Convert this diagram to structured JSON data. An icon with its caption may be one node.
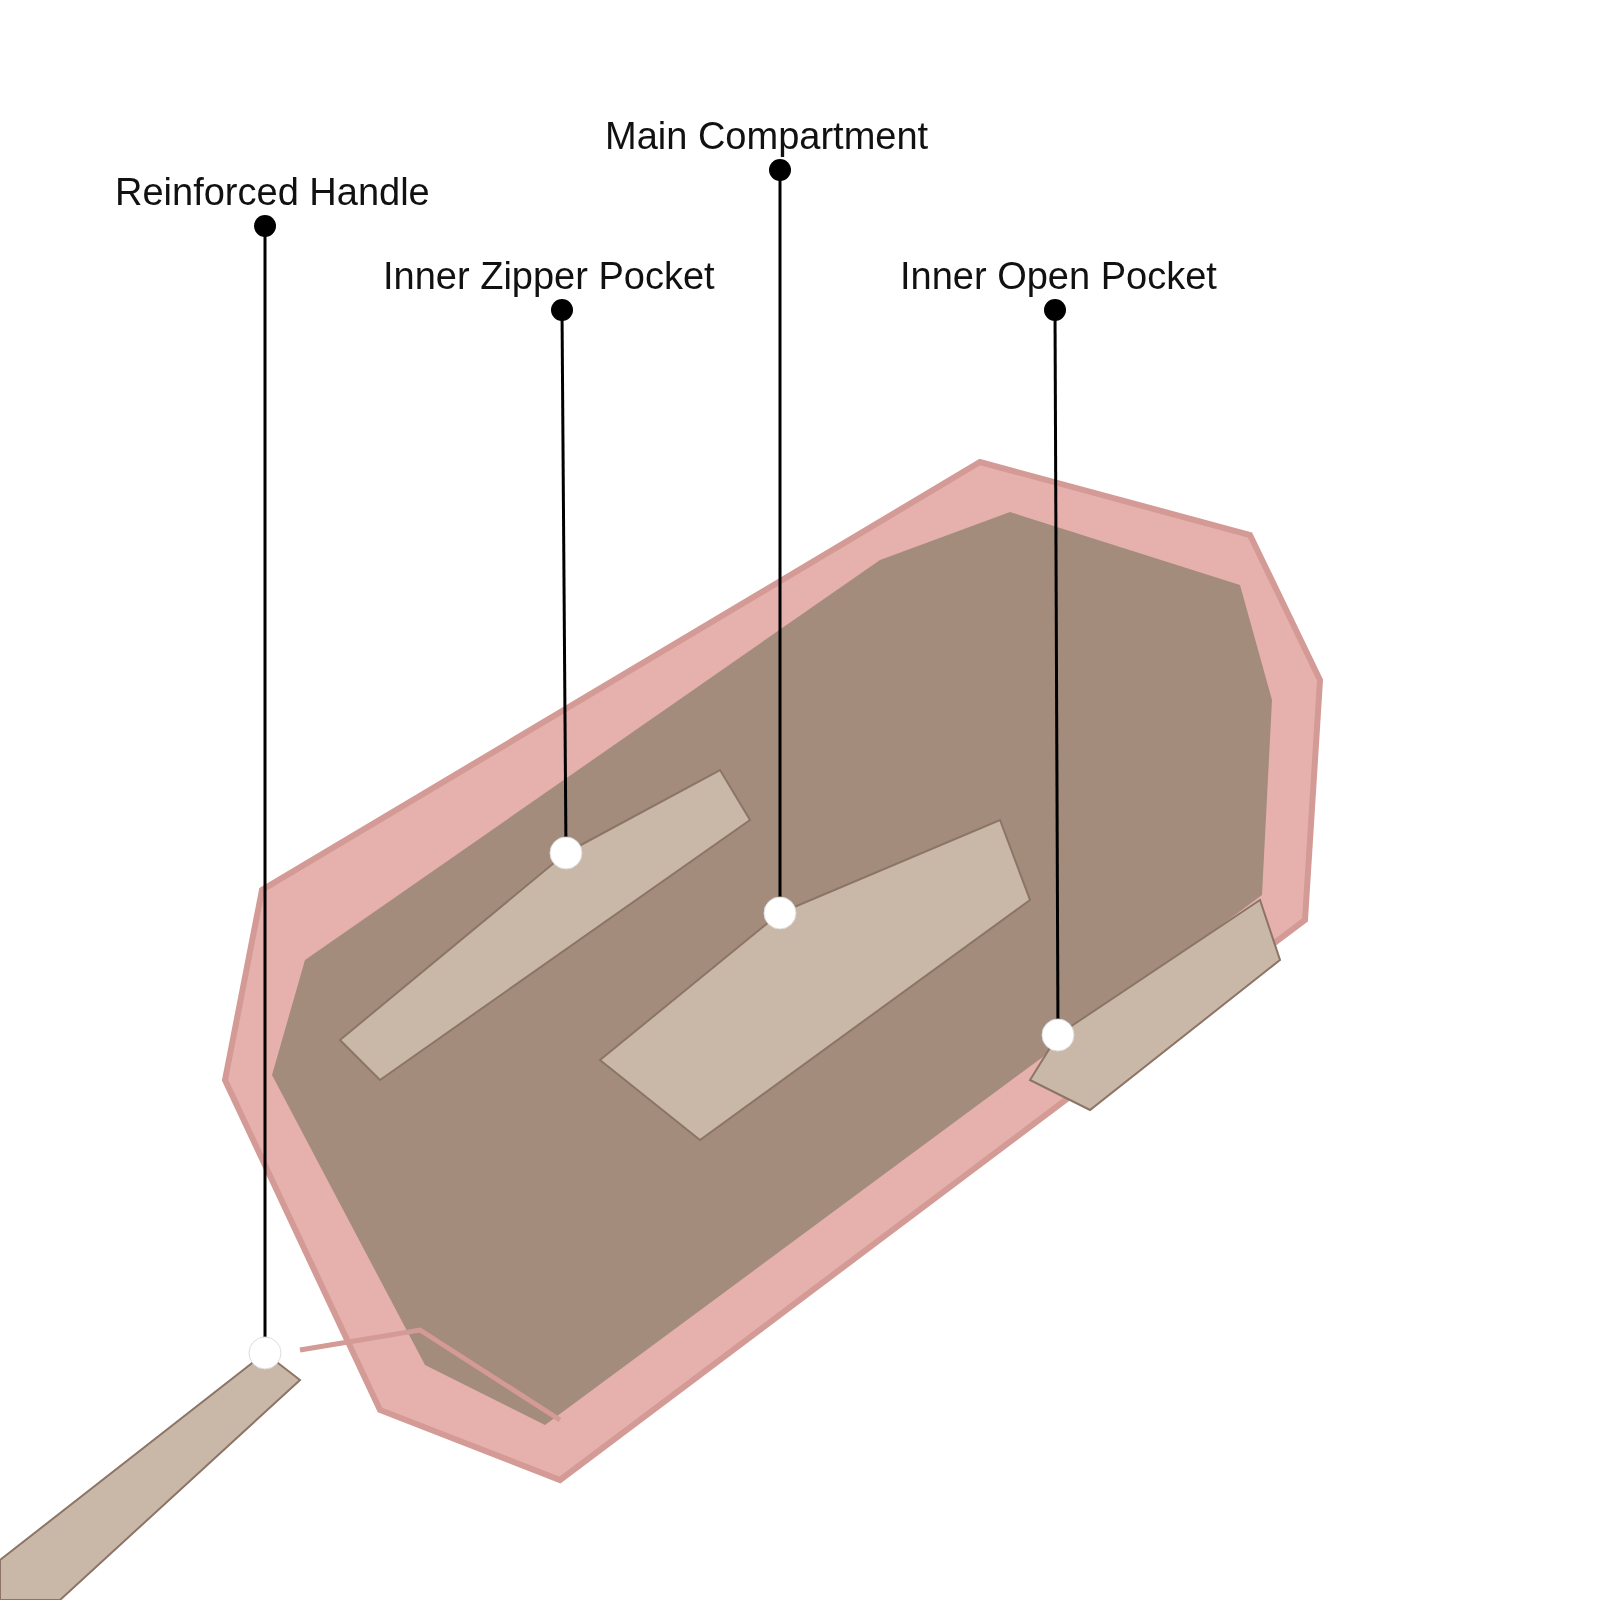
{
  "diagram": {
    "nodes": [
      {
        "text": [
          "Main Compartment"
        ]
      },
      {
        "text": [
          "Reinforced Handle"
        ]
      },
      {
        "text": [
          "Inner Zipper Pocket"
        ]
      },
      {
        "text": [
          "Inner Open Pocket"
        ]
      },
      {
        "text": [],
        "shape": "picture"
      },
      {
        "text": [],
        "shape": "picture"
      },
      {
        "text": [],
        "shape": "picture"
      },
      {
        "text": [],
        "shape": "picture"
      }
    ],
    "edges": [
      {
        "from": 0,
        "to": 5,
        "arrow": "other"
      },
      {
        "from": 1,
        "to": 4,
        "arrow": "other"
      },
      {
        "from": 2,
        "to": 6,
        "arrow": "other"
      },
      {
        "from": 3,
        "to": 7,
        "arrow": "other"
      }
    ]
  }
}
